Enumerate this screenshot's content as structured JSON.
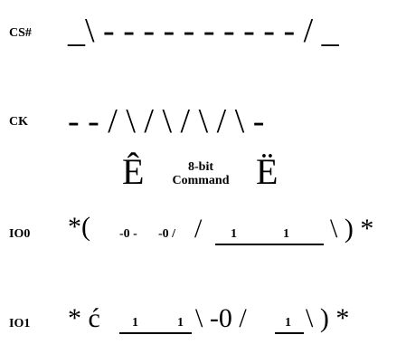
{
  "signals": {
    "cs": {
      "label": "CS#",
      "wave": "_\\ - - - - - - - - - - / _"
    },
    "ck": {
      "label": "CK",
      "wave": "- - / \\ / \\ / \\ / \\ -"
    },
    "io0": {
      "label": "IO0",
      "wave_left": "*(",
      "seg1": "-0 -",
      "seg2": "-0 /",
      "bit1": "1",
      "bit2": "1",
      "wave_right": "\\ ) *"
    },
    "io1": {
      "label": "IO1",
      "wave_left": "* ć",
      "bit1": "1",
      "bit2": "1",
      "seg_mid": "\\ -0 /",
      "bit3": "1",
      "wave_right": "\\ ) *"
    }
  },
  "command": {
    "line1": "8-bit",
    "line2": "Command",
    "left_glyph": "Ê",
    "right_glyph": "Ë"
  }
}
